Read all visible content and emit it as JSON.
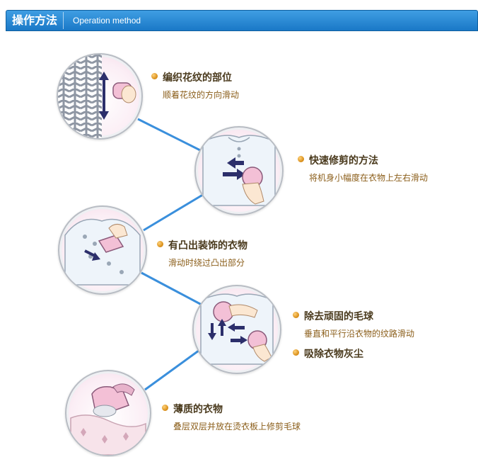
{
  "header": {
    "title": "操作方法",
    "subtitle": "Operation method"
  },
  "steps": [
    {
      "title": "编织花纹的部位",
      "desc": "顺着花纹的方向滑动"
    },
    {
      "title": "快速修剪的方法",
      "desc": "将机身小幅度在衣物上左右滑动"
    },
    {
      "title": "有凸出装饰的衣物",
      "desc": "滑动时绕过凸出部分"
    },
    {
      "title": "除去顽固的毛球",
      "desc": "垂直和平行沿衣物的纹路滑动",
      "extra_title": "吸除衣物灰尘"
    },
    {
      "title": "薄质的衣物",
      "desc": "叠层双层并放在烫衣板上修剪毛球"
    }
  ],
  "colors": {
    "header": "#1a78c7",
    "line": "#3a8fdc",
    "title_text": "#4a3a1d",
    "desc_text": "#8b5e1a",
    "bullet": "#d68a13",
    "arrow": "#2c2f6b"
  },
  "icons": [
    "knit-pattern-icon",
    "sweater-icon",
    "lint-remover-icon",
    "double-arrow-icon",
    "pillow-icon"
  ]
}
